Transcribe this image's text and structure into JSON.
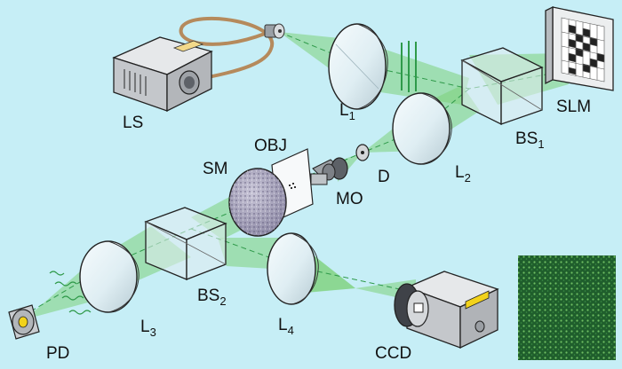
{
  "labels": {
    "ls": "LS",
    "l1": {
      "main": "L",
      "sub": "1"
    },
    "slm": "SLM",
    "bs1": {
      "main": "BS",
      "sub": "1"
    },
    "l2": {
      "main": "L",
      "sub": "2"
    },
    "d": "D",
    "mo": "MO",
    "obj": "OBJ",
    "sm": "SM",
    "bs2": {
      "main": "BS",
      "sub": "2"
    },
    "l3": {
      "main": "L",
      "sub": "3"
    },
    "l4": {
      "main": "L",
      "sub": "4"
    },
    "pd": "PD",
    "ccd": "CCD"
  },
  "colors": {
    "background": "#c6eef6",
    "beam": "#7ed27a",
    "beam_dark": "#2f9a4a",
    "lens": "#e8f3f7",
    "housing": "#cfd2d6",
    "speckle": "#2f7a3c",
    "fiber": "#b58a5c",
    "ccd_label_plate": "#f2d21a"
  },
  "icons": [
    "light-source-icon",
    "fiber-icon",
    "lens-icon",
    "beam-splitter-cube-icon",
    "slm-icon",
    "pinhole-icon",
    "objective-icon",
    "object-slide-icon",
    "scattering-medium-icon",
    "photodiode-icon",
    "ccd-camera-icon",
    "speckle-pattern-icon"
  ]
}
